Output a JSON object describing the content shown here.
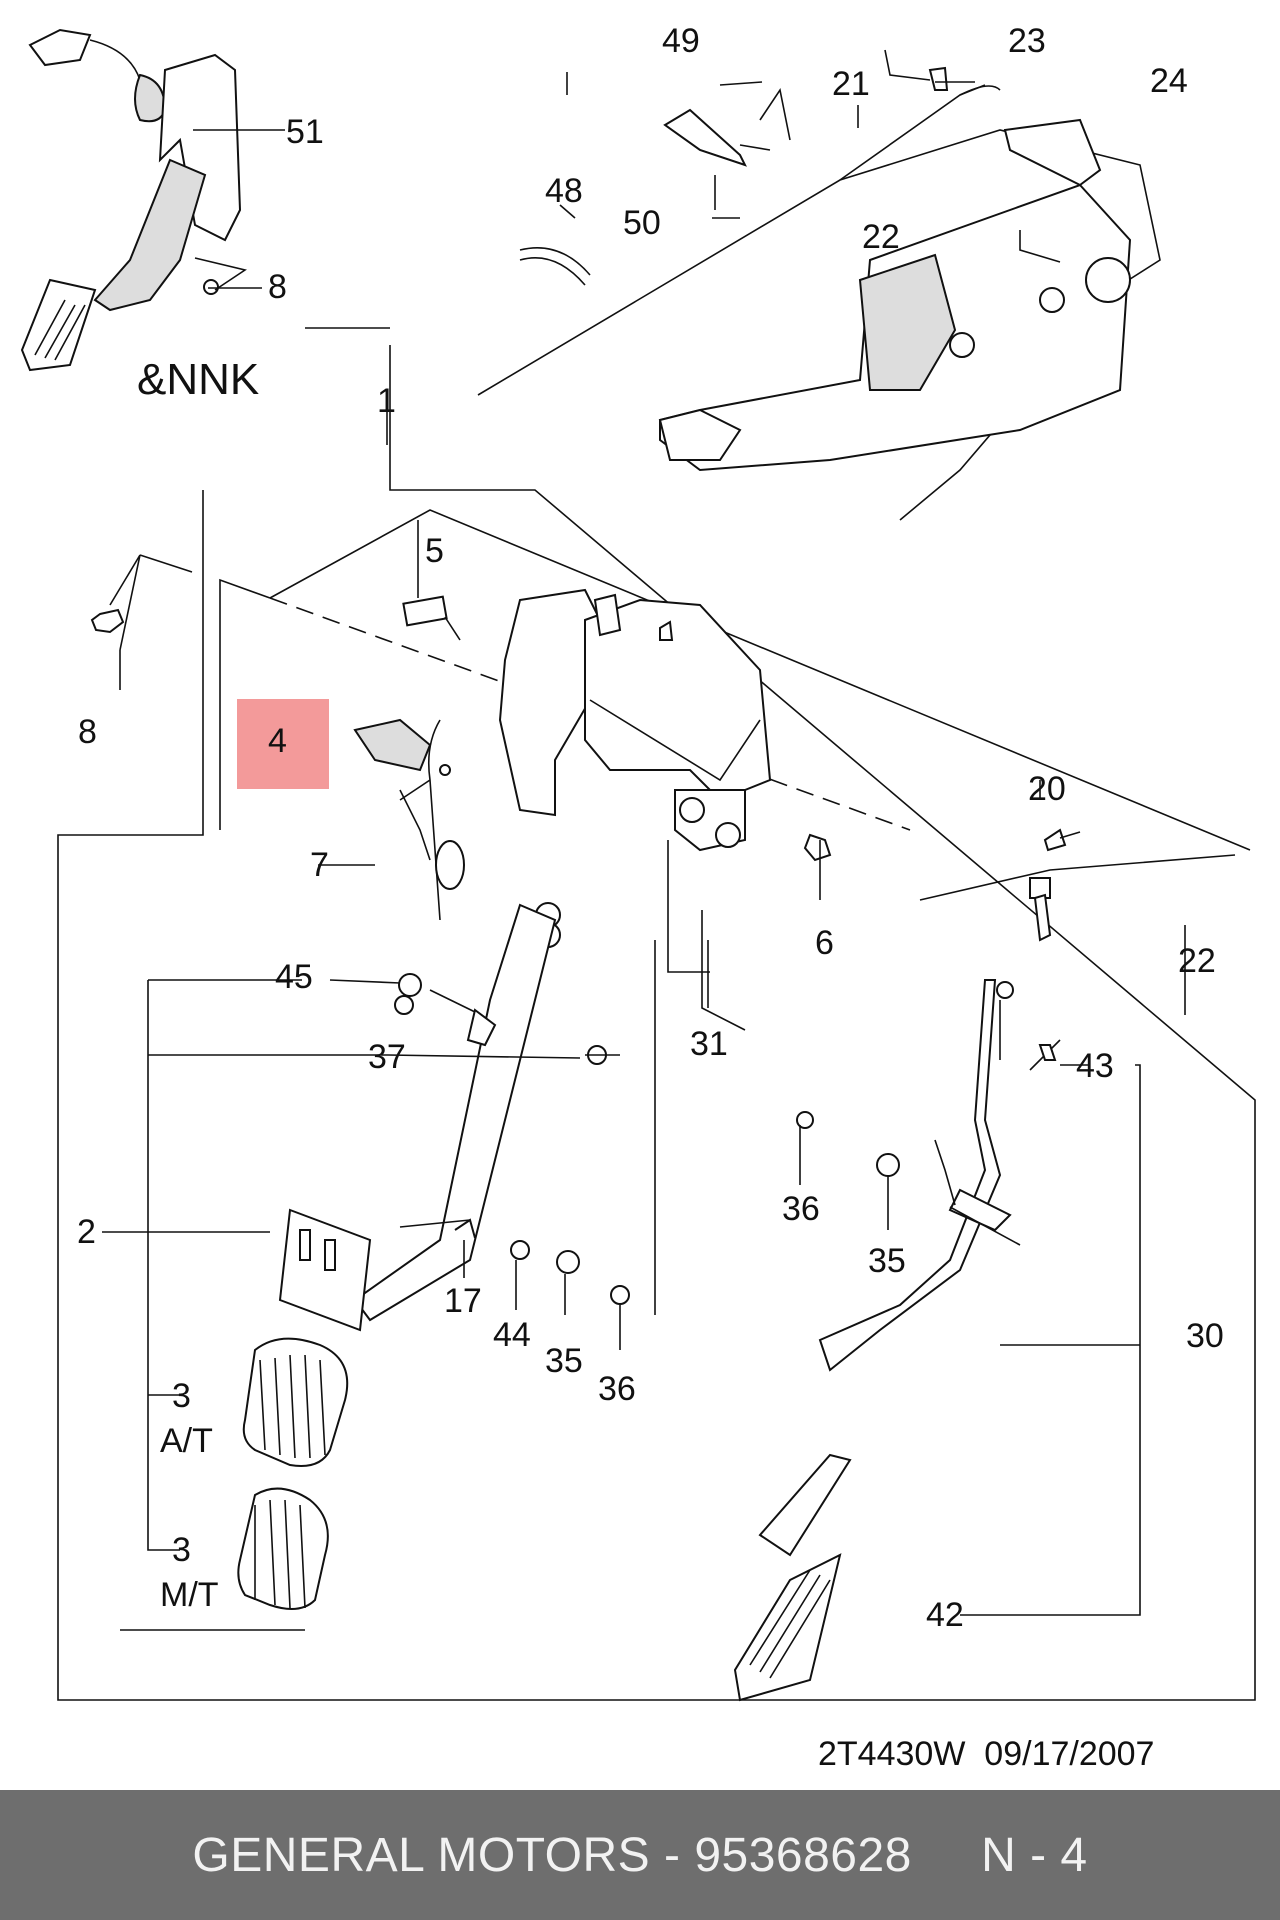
{
  "callouts": [
    "49",
    "21",
    "23",
    "24",
    "51",
    "48",
    "22",
    "50",
    "8",
    "&NNK",
    "1",
    "5",
    "8",
    "4",
    "20",
    "7",
    "6",
    "22",
    "45",
    "31",
    "37",
    "43",
    "2",
    "36",
    "17",
    "35",
    "44",
    "35",
    "36",
    "30",
    "3",
    "A/T",
    "3",
    "M/T",
    "42"
  ],
  "drawing_code": "2T4430W  09/17/2007",
  "footer": {
    "brand": "GENERAL MOTORS",
    "separator": " - ",
    "part_number": "95368628",
    "page": "N - 4"
  },
  "colors": {
    "highlight": "#f39a9a",
    "footer_bg": "#6e6e6e",
    "footer_text": "#f2f2f2"
  }
}
